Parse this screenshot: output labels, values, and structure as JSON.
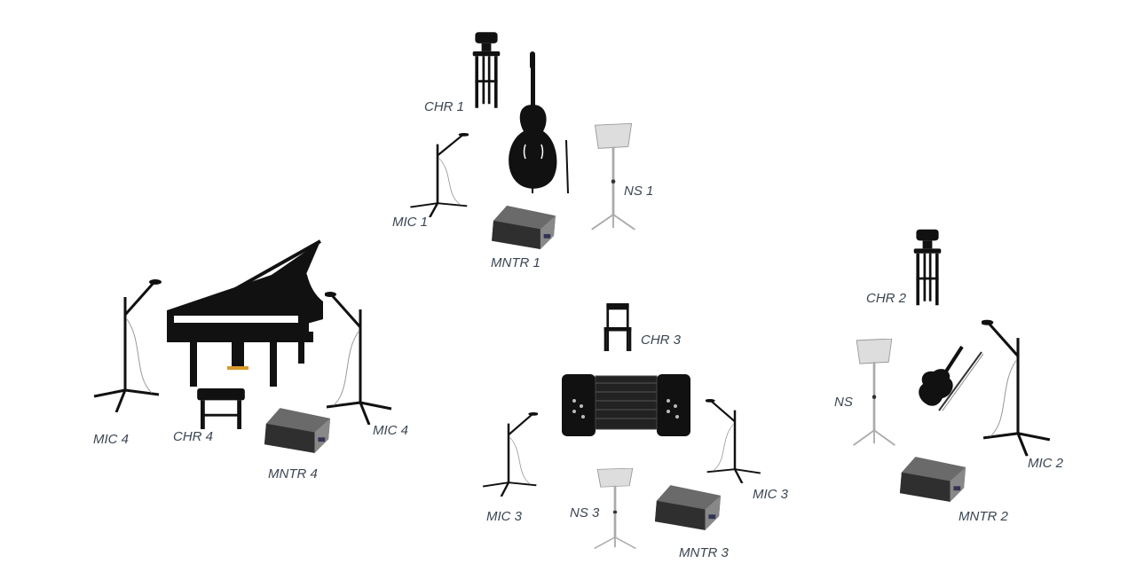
{
  "title": "Stage plot",
  "labels": {
    "chr1": "CHR 1",
    "mic1": "MIC 1",
    "ns1": "NS 1",
    "mntr1": "MNTR 1",
    "chr2": "CHR 2",
    "ns2": "NS",
    "mic2": "MIC 2",
    "mntr2": "MNTR 2",
    "chr3": "CHR 3",
    "mic3a": "MIC 3",
    "ns3": "NS 3",
    "mic3b": "MIC 3",
    "mntr3": "MNTR 3",
    "mic4a": "MIC 4",
    "chr4": "CHR 4",
    "mntr4": "MNTR 4",
    "mic4b": "MIC 4"
  },
  "colors": {
    "label": "#3b4552",
    "silhouette": "#111111",
    "monitor": "#555555",
    "stand": "#aaaaaa"
  }
}
